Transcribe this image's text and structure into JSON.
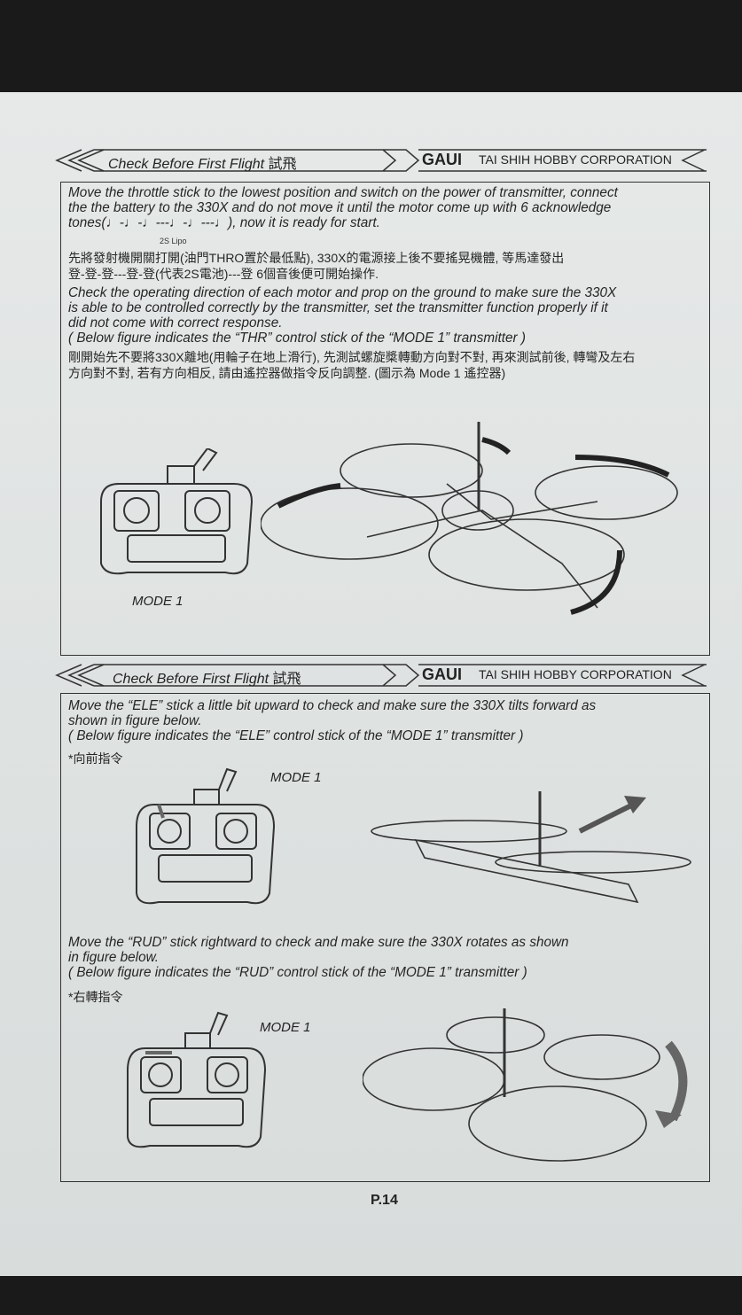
{
  "header": {
    "title": "Check Before First Flight",
    "title_zh": "試飛",
    "brand": "GAUI",
    "company": "TAI SHIH HOBBY CORPORATION"
  },
  "section1": {
    "para1": "Move the throttle stick to the lowest position and switch on the power of transmitter, connect\nthe the battery to the 330X and do not move it until the motor come up with 6 acknowledge\ntones(♩-♩-♩---♩-♩---♩), now it is ready for start.",
    "lipo_note": "2S Lipo",
    "zh1": "先將發射機開關打開(油門THRO置於最低點), 330X的電源接上後不要搖晃機體, 等馬達發出\n登-登-登---登-登(代表2S電池)---登 6個音後便可開始操作.",
    "para2": "Check the operating direction of each motor and prop on the ground to make sure the 330X\nis able to be controlled correctly by the transmitter, set the transmitter function properly if it\ndid not come with correct response.\n( Below figure indicates the “THR” control stick of the “MODE 1” transmitter )",
    "zh2": "剛開始先不要將330X離地(用輪子在地上滑行), 先測試螺旋槳轉動方向對不對, 再來測試前後, 轉彎及左右\n方向對不對, 若有方向相反, 請由遙控器做指令反向調整. (圖示為 Mode 1 遙控器)",
    "mode_label": "MODE 1"
  },
  "section2": {
    "ele_text": "Move the “ELE” stick a little bit upward to check and make sure the 330X tilts forward as\nshown in figure below.\n( Below figure indicates the “ELE” control stick of the “MODE 1” transmitter )",
    "ele_zh": "*向前指令",
    "ele_mode": "MODE 1",
    "rud_text": "Move the “RUD” stick rightward to check and make sure the 330X rotates as shown\nin figure below.\n( Below figure indicates the “RUD” control stick of the “MODE 1” transmitter )",
    "rud_zh": "*右轉指令",
    "rud_mode": "MODE 1"
  },
  "page_number": "P.14"
}
